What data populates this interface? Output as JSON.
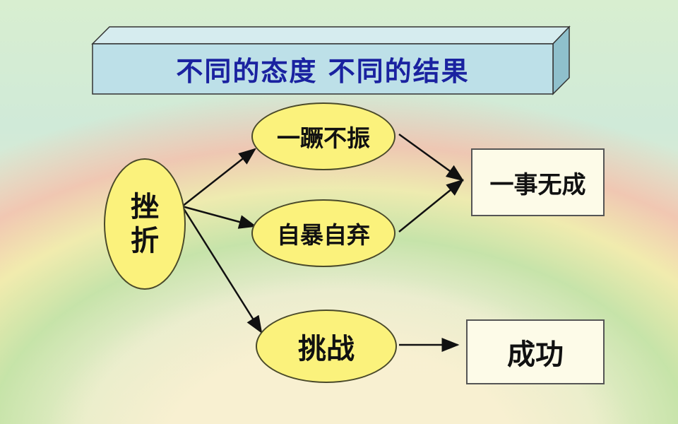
{
  "title": "不同的态度 不同的结果",
  "nodes": {
    "setback": "挫折",
    "give_up": "一蹶不振",
    "self_abandon": "自暴自弃",
    "challenge": "挑战",
    "failure": "一事无成",
    "success": "成功"
  },
  "colors": {
    "title_face": "#bde0e8",
    "title_text": "#1a22a0",
    "ellipse_fill": "#fbf27c",
    "box_fill": "#fdfbe8"
  }
}
